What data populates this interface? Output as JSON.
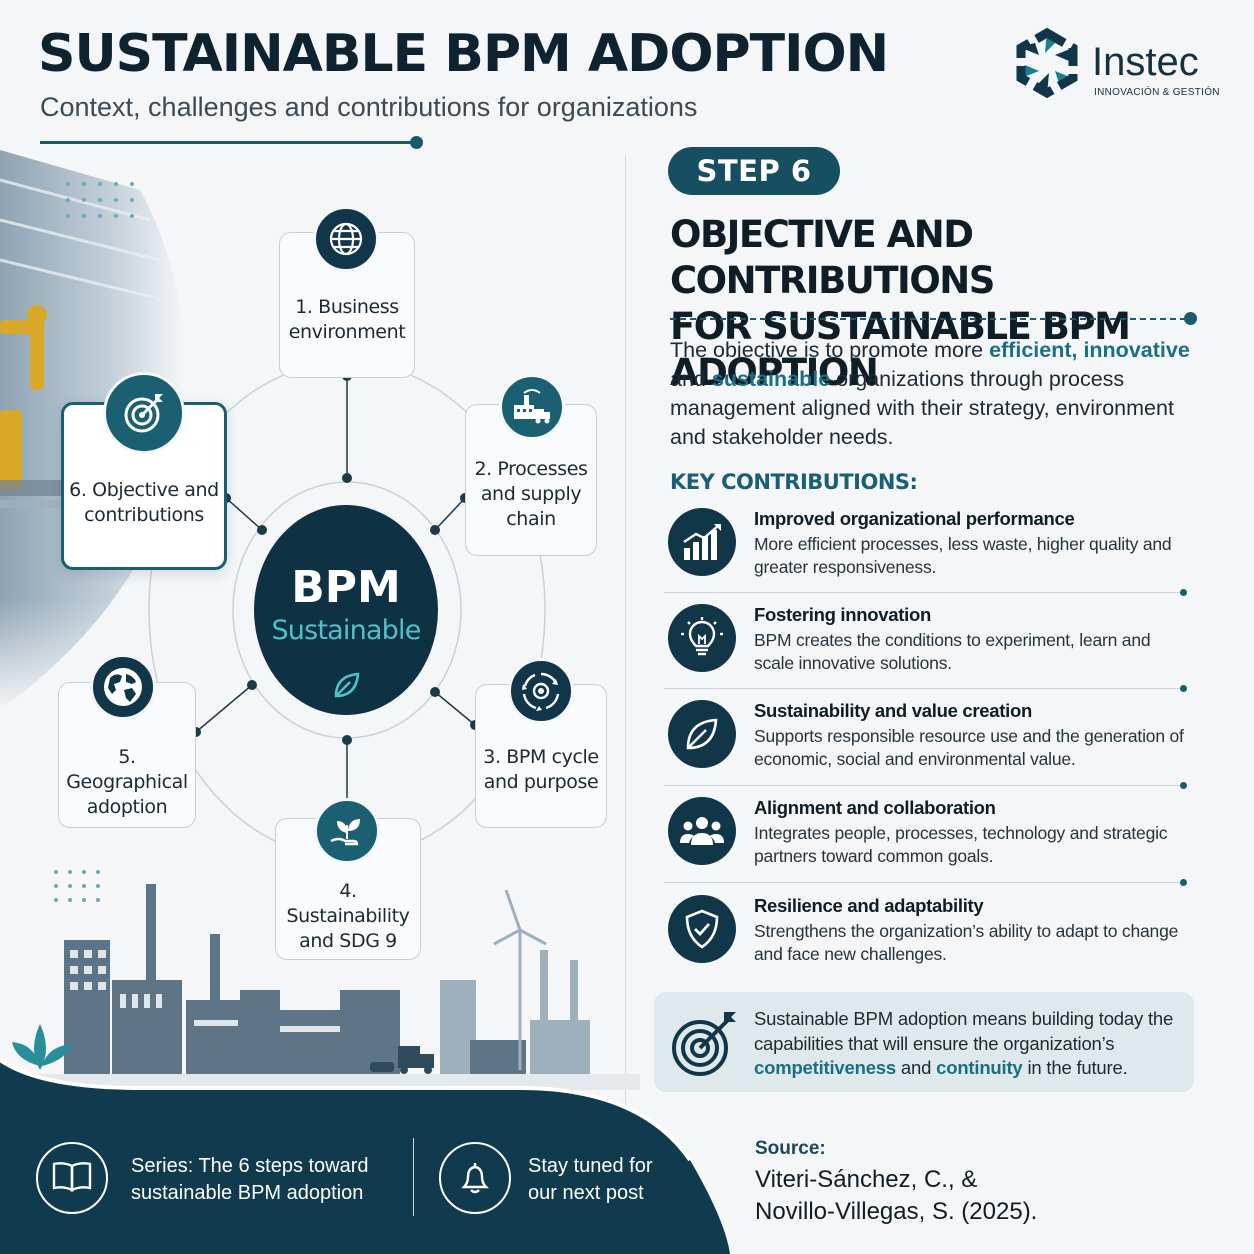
{
  "header": {
    "title": "SUSTAINABLE BPM ADOPTION",
    "subtitle": "Context, challenges and contributions for organizations"
  },
  "brand": {
    "name": "Instec",
    "tagline": "INNOVACIÓN & GESTIÓN",
    "logo_icon": "hexagon-gear-logo-icon"
  },
  "diagram": {
    "core": {
      "title": "BPM",
      "subtitle": "Sustainable",
      "icon": "leaf-icon"
    },
    "nodes": [
      {
        "label": "1. Business environment",
        "icon": "globe-grid-icon"
      },
      {
        "label": "2. Processes and supply chain",
        "icon": "factory-truck-icon"
      },
      {
        "label": "3. BPM cycle and purpose",
        "icon": "cycle-gear-icon"
      },
      {
        "label": "4. Sustainability and SDG 9",
        "icon": "hand-plant-icon"
      },
      {
        "label": "5. Geographical adoption",
        "icon": "world-map-icon"
      },
      {
        "label": "6. Objective and contributions",
        "icon": "target-icon"
      }
    ]
  },
  "step": {
    "badge": "STEP 6",
    "title_line1": "OBJECTIVE AND CONTRIBUTIONS",
    "title_line2": "FOR SUSTAINABLE BPM ADOPTION",
    "objective": {
      "p1": "The objective is to promote more ",
      "h1": "efficient, innovative",
      "p2": " and ",
      "h2": "sustainable",
      "p3": " organizations through process management aligned with their strategy, environment and stakeholder needs."
    },
    "key_heading": "KEY CONTRIBUTIONS:",
    "contributions": [
      {
        "title": "Improved organizational performance",
        "desc": "More efficient processes, less waste, higher quality and greater responsiveness.",
        "icon": "bar-chart-up-icon"
      },
      {
        "title": "Fostering innovation",
        "desc": "BPM creates the conditions to experiment, learn and scale innovative solutions.",
        "icon": "lightbulb-icon"
      },
      {
        "title": "Sustainability and value creation",
        "desc": "Supports responsible resource use and the generation of economic, social and environmental value.",
        "icon": "leaf-icon"
      },
      {
        "title": "Alignment and collaboration",
        "desc": "Integrates people, processes, technology and strategic partners toward common goals.",
        "icon": "people-group-icon"
      },
      {
        "title": "Resilience and adaptability",
        "desc": "Strengthens the organization’s ability to adapt to change and face new challenges.",
        "icon": "shield-check-icon"
      }
    ],
    "conclusion": {
      "p1": "Sustainable BPM adoption means building today the capabilities that will ensure the organization’s ",
      "h1": "competitiveness",
      "p2": " and ",
      "h2": "continuity",
      "p3": " in the future.",
      "icon": "target-arrow-icon"
    }
  },
  "footer": {
    "series": "Series: The 6 steps toward sustainable BPM adoption",
    "series_line1": "Series: The 6 steps toward",
    "series_line2": "sustainable BPM adoption",
    "series_icon": "open-book-icon",
    "stay_line1": "Stay tuned for",
    "stay_line2": "our next post",
    "stay_icon": "bell-icon",
    "source_label": "Source:",
    "source_line1": "Viteri-Sánchez, C., &",
    "source_line2": "Novillo-Villegas, S. (2025)."
  },
  "colors": {
    "navy": "#0f3144",
    "teal": "#1a5f70",
    "accent": "#4fc1c7",
    "highlight": "#1a6f86"
  }
}
